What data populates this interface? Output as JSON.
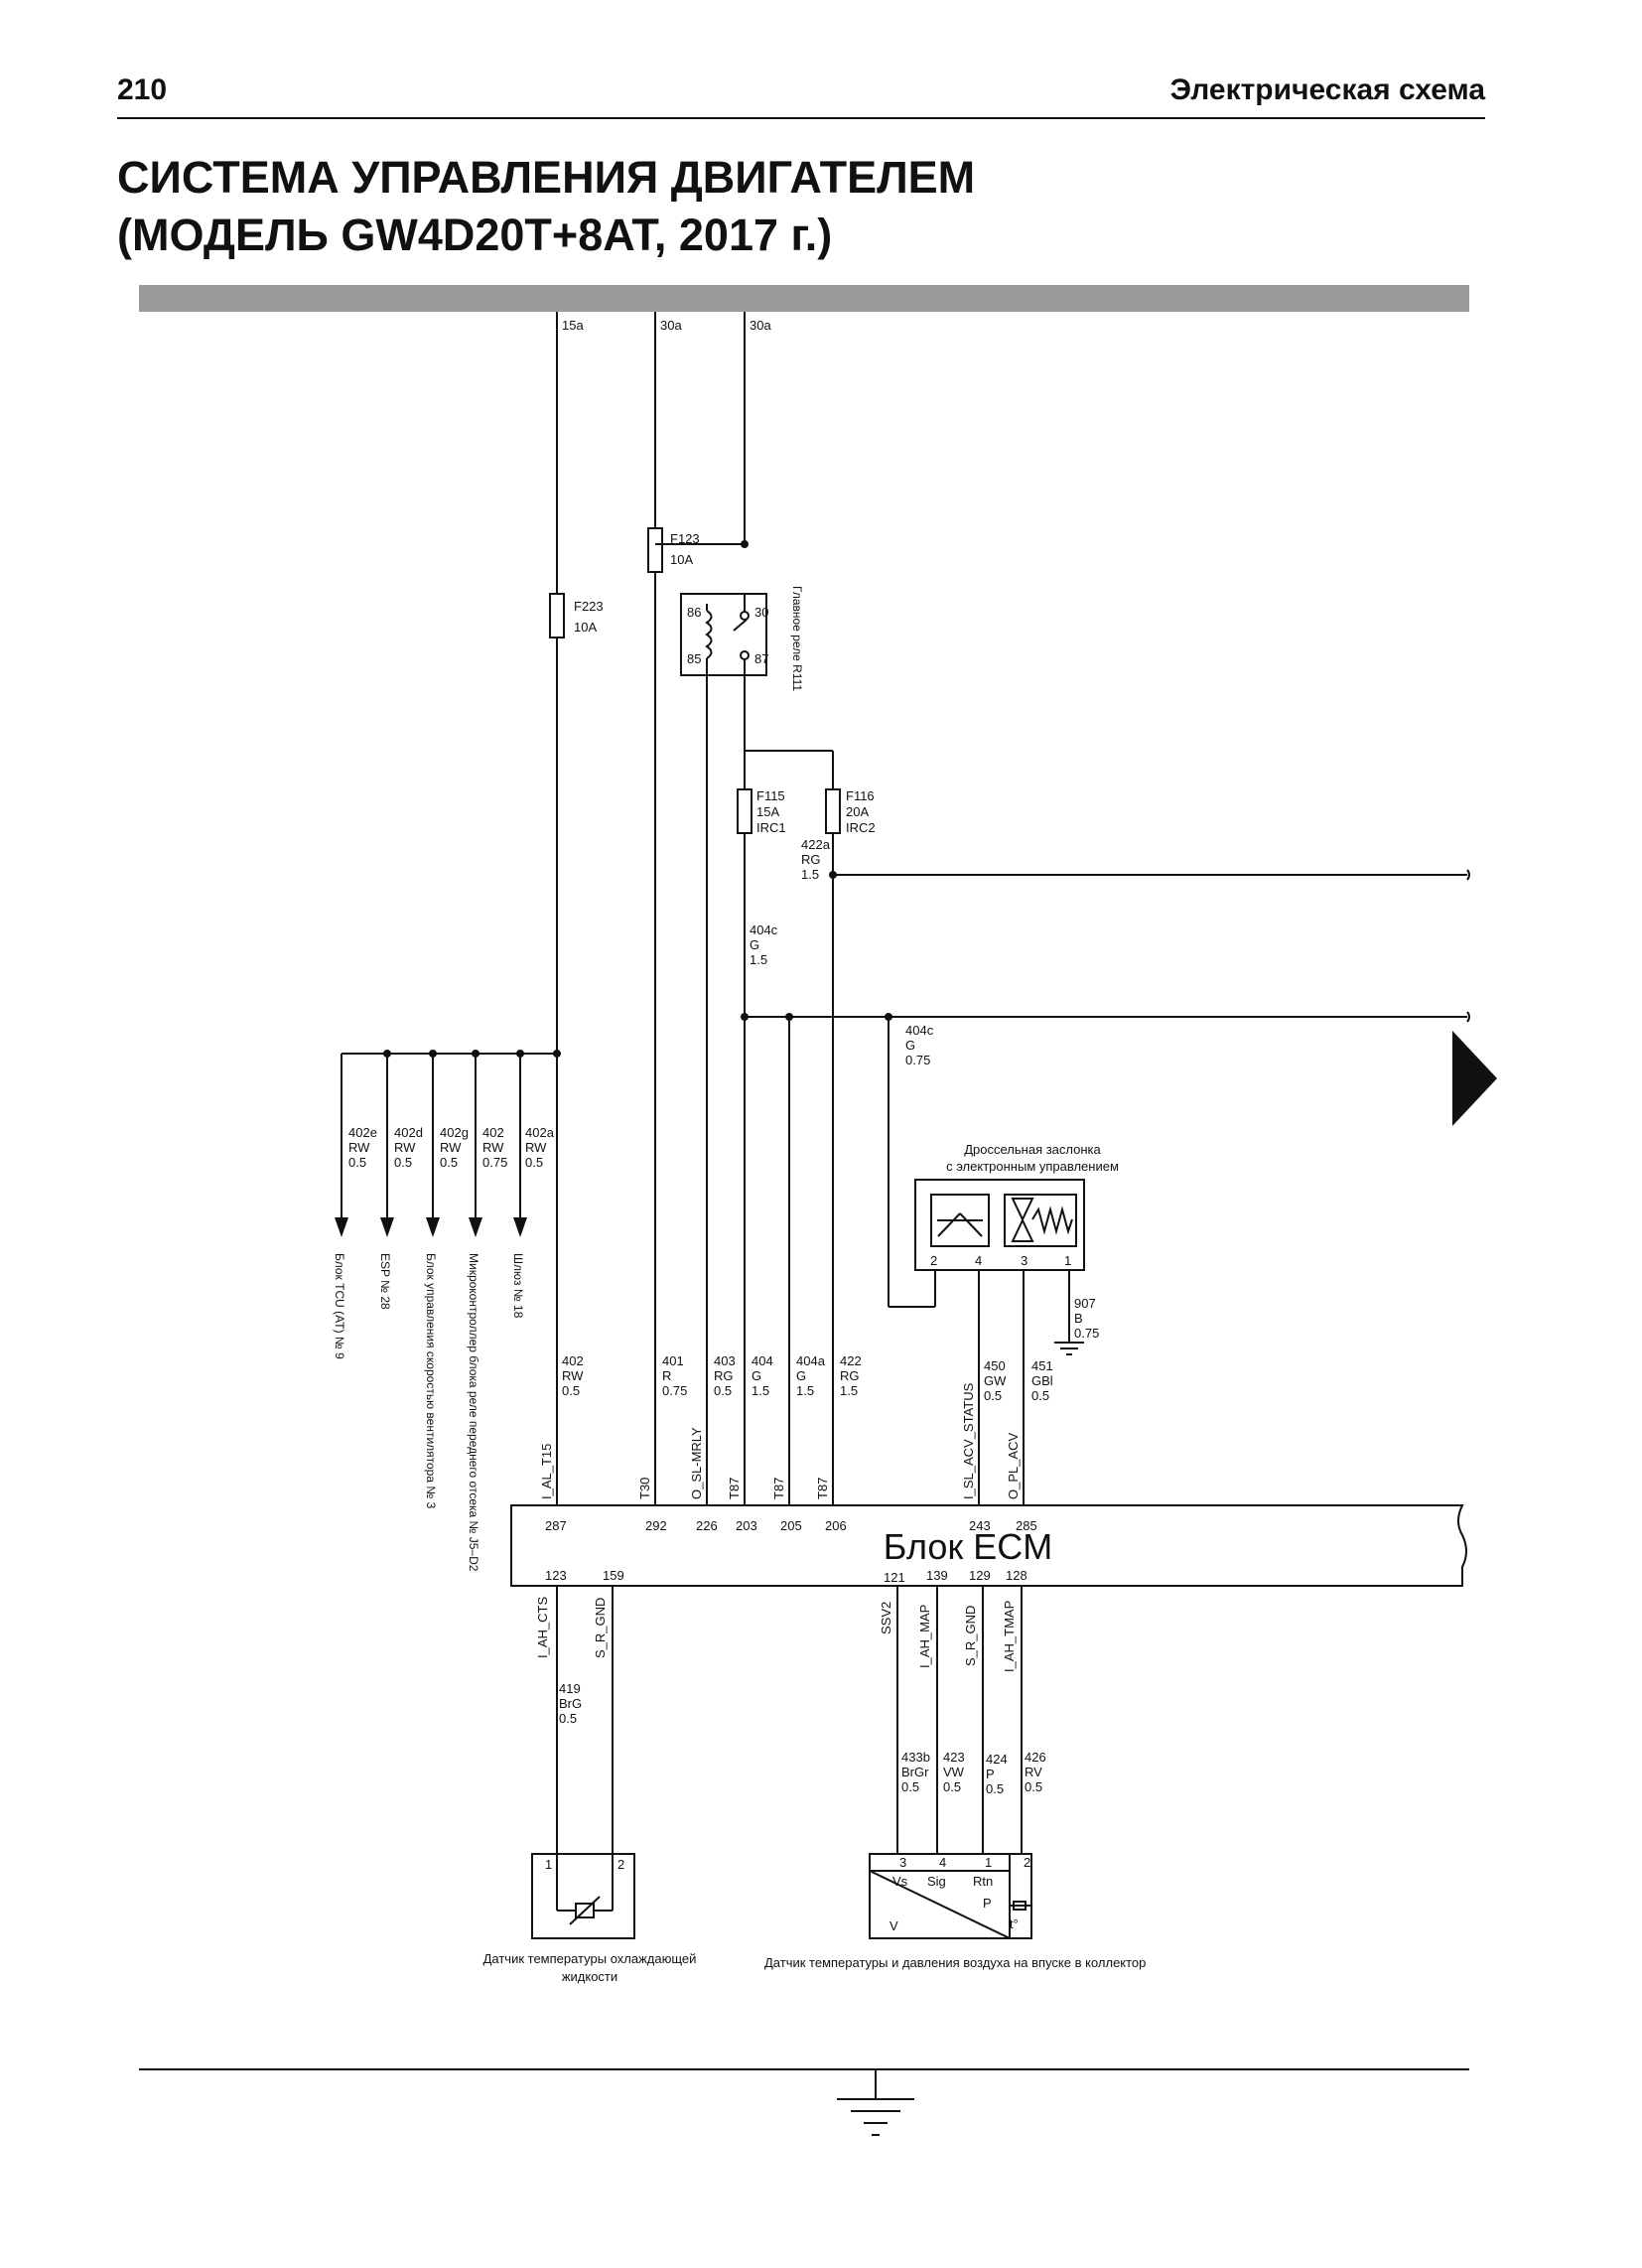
{
  "header": {
    "page_number": "210",
    "section": "Электрическая схема"
  },
  "title": {
    "line1": "СИСТЕМА УПРАВЛЕНИЯ ДВИГАТЕЛЕМ",
    "line2": "(МОДЕЛЬ GW4D20T+8AT, 2017 г.)"
  },
  "supply_labels": [
    "15a",
    "30a",
    "30a"
  ],
  "fuses": [
    {
      "name": "F223",
      "rating": "10A",
      "extra": ""
    },
    {
      "name": "F123",
      "rating": "10A",
      "extra": ""
    },
    {
      "name": "F115",
      "rating": "15A",
      "extra": "IRC1"
    },
    {
      "name": "F116",
      "rating": "20A",
      "extra": "IRC2"
    }
  ],
  "relay": {
    "name": "Главное реле R111",
    "pins": [
      "86",
      "30",
      "85",
      "87"
    ]
  },
  "branch_wires": [
    {
      "id": "422a",
      "color": "RG",
      "size": "1.5"
    },
    {
      "id": "404c",
      "color": "G",
      "size": "1.5"
    },
    {
      "id": "404c",
      "color": "G",
      "size": "0.75"
    }
  ],
  "left_outputs": [
    {
      "id": "402e",
      "color": "RW",
      "size": "0.5",
      "dest": "Блок TCU (AT) № 9"
    },
    {
      "id": "402d",
      "color": "RW",
      "size": "0.5",
      "dest": "ESP № 28"
    },
    {
      "id": "402g",
      "color": "RW",
      "size": "0.5",
      "dest": "Блок управления скоростью вентилятора № 3"
    },
    {
      "id": "402",
      "color": "RW",
      "size": "0.75",
      "dest": "Микроконтроллер блока реле переднего отсека № J5–D2"
    },
    {
      "id": "402a",
      "color": "RW",
      "size": "0.5",
      "dest": "Шлюз № 18"
    }
  ],
  "throttle": {
    "title_line1": "Дроссельная заслонка",
    "title_line2": "с электронным управлением",
    "pins": [
      "2",
      "4",
      "3",
      "1"
    ],
    "ground_wire": {
      "id": "907",
      "color": "B",
      "size": "0.75"
    }
  },
  "ecm": {
    "label": "Блок ECM",
    "top_wires": [
      {
        "id": "402",
        "color": "RW",
        "size": "0.5",
        "signal": "I_AL_T15",
        "pin": "287"
      },
      {
        "id": "401",
        "color": "R",
        "size": "0.75",
        "signal": "T30",
        "pin": "292"
      },
      {
        "id": "403",
        "color": "RG",
        "size": "0.5",
        "signal": "O_SL-MRLY",
        "pin": "226"
      },
      {
        "id": "404",
        "color": "G",
        "size": "1.5",
        "signal": "T87",
        "pin": "203"
      },
      {
        "id": "404a",
        "color": "G",
        "size": "1.5",
        "signal": "T87",
        "pin": "205"
      },
      {
        "id": "422",
        "color": "RG",
        "size": "1.5",
        "signal": "T87",
        "pin": "206"
      },
      {
        "id": "450",
        "color": "GW",
        "size": "0.5",
        "signal": "I_SL_ACV_STATUS",
        "pin": "243"
      },
      {
        "id": "451",
        "color": "GBl",
        "size": "0.5",
        "signal": "O_PL_ACV",
        "pin": "285"
      }
    ],
    "bottom_wires": [
      {
        "id": "419",
        "color": "BrG",
        "size": "0.5",
        "signal": "I_AH_CTS",
        "pin": "123"
      },
      {
        "id": "",
        "color": "",
        "size": "",
        "signal": "S_R_GND",
        "pin": "159"
      },
      {
        "id": "433b",
        "color": "BrGr",
        "size": "0.5",
        "signal": "SSV2",
        "pin": "121"
      },
      {
        "id": "423",
        "color": "VW",
        "size": "0.5",
        "signal": "I_AH_MAP",
        "pin": "139"
      },
      {
        "id": "424",
        "color": "P",
        "size": "0.5",
        "signal": "S_R_GND",
        "pin": "129"
      },
      {
        "id": "426",
        "color": "RV",
        "size": "0.5",
        "signal": "I_AH_TMAP",
        "pin": "128"
      }
    ]
  },
  "coolant_sensor": {
    "pins": [
      "1",
      "2"
    ],
    "label_line1": "Датчик температуры охлаждающей",
    "label_line2": "жидкости"
  },
  "map_sensor": {
    "pins": [
      "3",
      "4",
      "1",
      "2"
    ],
    "terminals": [
      "Vs",
      "Sig",
      "Rtn"
    ],
    "symbols": [
      "P",
      "t°",
      "V"
    ],
    "label": "Датчик температуры и давления воздуха на впуске в коллектор"
  }
}
